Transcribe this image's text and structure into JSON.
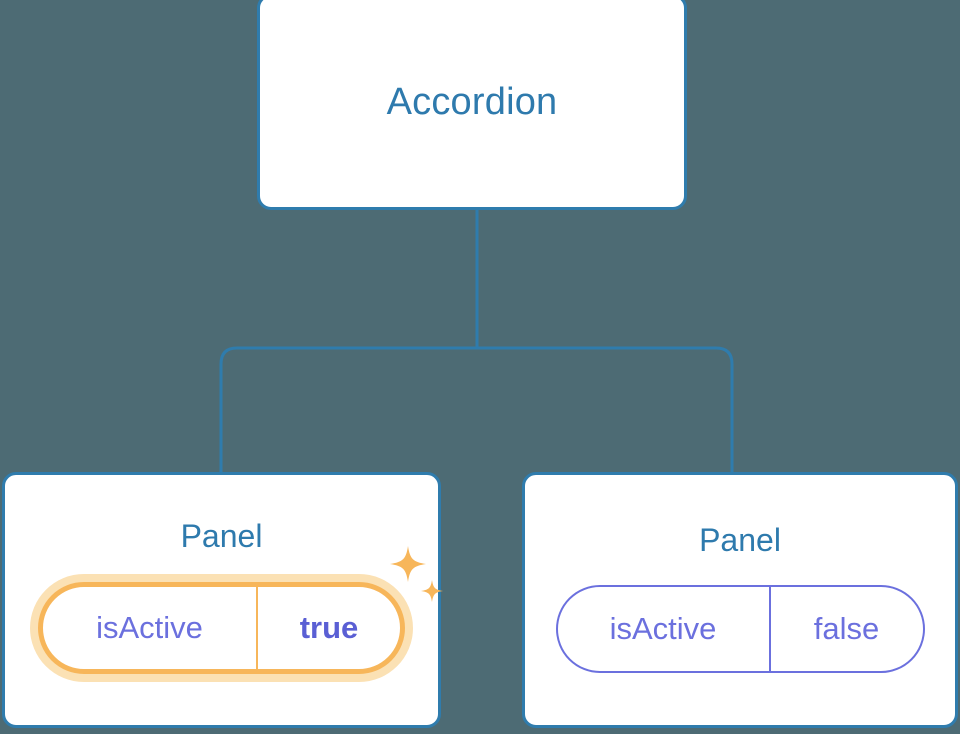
{
  "diagram": {
    "type": "component-tree",
    "background_color": "#4d6b74",
    "root": {
      "label": "Accordion"
    },
    "children": [
      {
        "label": "Panel",
        "highlighted": true,
        "prop": {
          "key": "isActive",
          "value": "true",
          "value_bold": true,
          "highlight_color": "#f7b65a",
          "glow_color": "#fbe1b4",
          "text_color": "#6b70de"
        },
        "decorations": [
          "sparkle-large-icon",
          "sparkle-small-icon"
        ]
      },
      {
        "label": "Panel",
        "highlighted": false,
        "prop": {
          "key": "isActive",
          "value": "false",
          "value_bold": false,
          "border_color": "#6b70de",
          "text_color": "#6b70de"
        }
      }
    ],
    "colors": {
      "node_border": "#2f7cad",
      "node_fill": "#ffffff",
      "title_text": "#2e7aad",
      "edge": "#2f7cad",
      "prop_text": "#6b70de",
      "prop_value_active": "#5a5fd4",
      "highlight": "#f7b65a",
      "glow": "#fbe1b4"
    }
  }
}
